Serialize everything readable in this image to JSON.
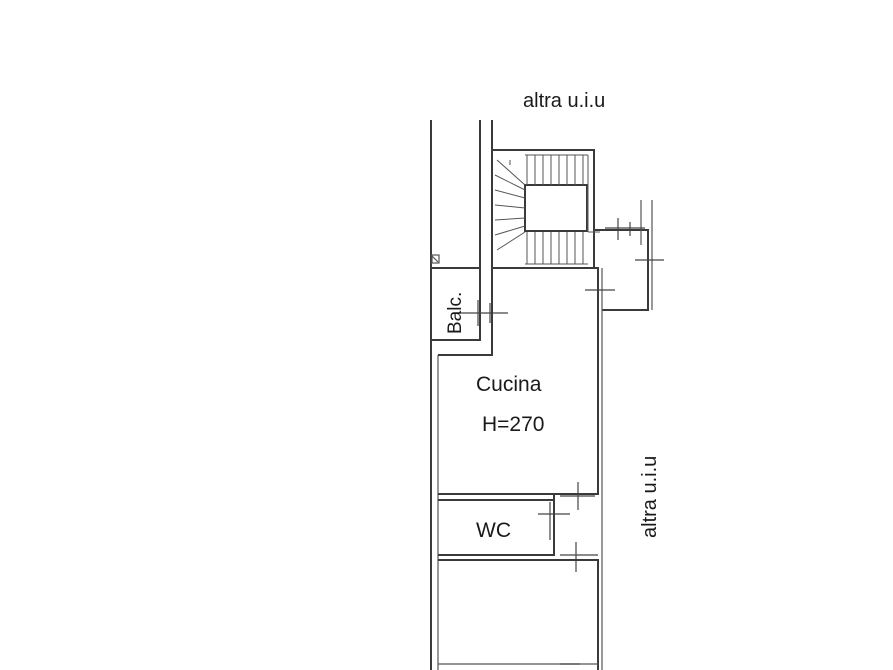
{
  "labels": {
    "neighbor_top": "altra u.i.u",
    "neighbor_right": "altra u.i.u",
    "balcony": "Balc.",
    "kitchen": "Cucina",
    "kitchen_height": "H=270",
    "wc": "WC"
  },
  "colors": {
    "line": "#3a3a3a",
    "background": "#ffffff"
  }
}
